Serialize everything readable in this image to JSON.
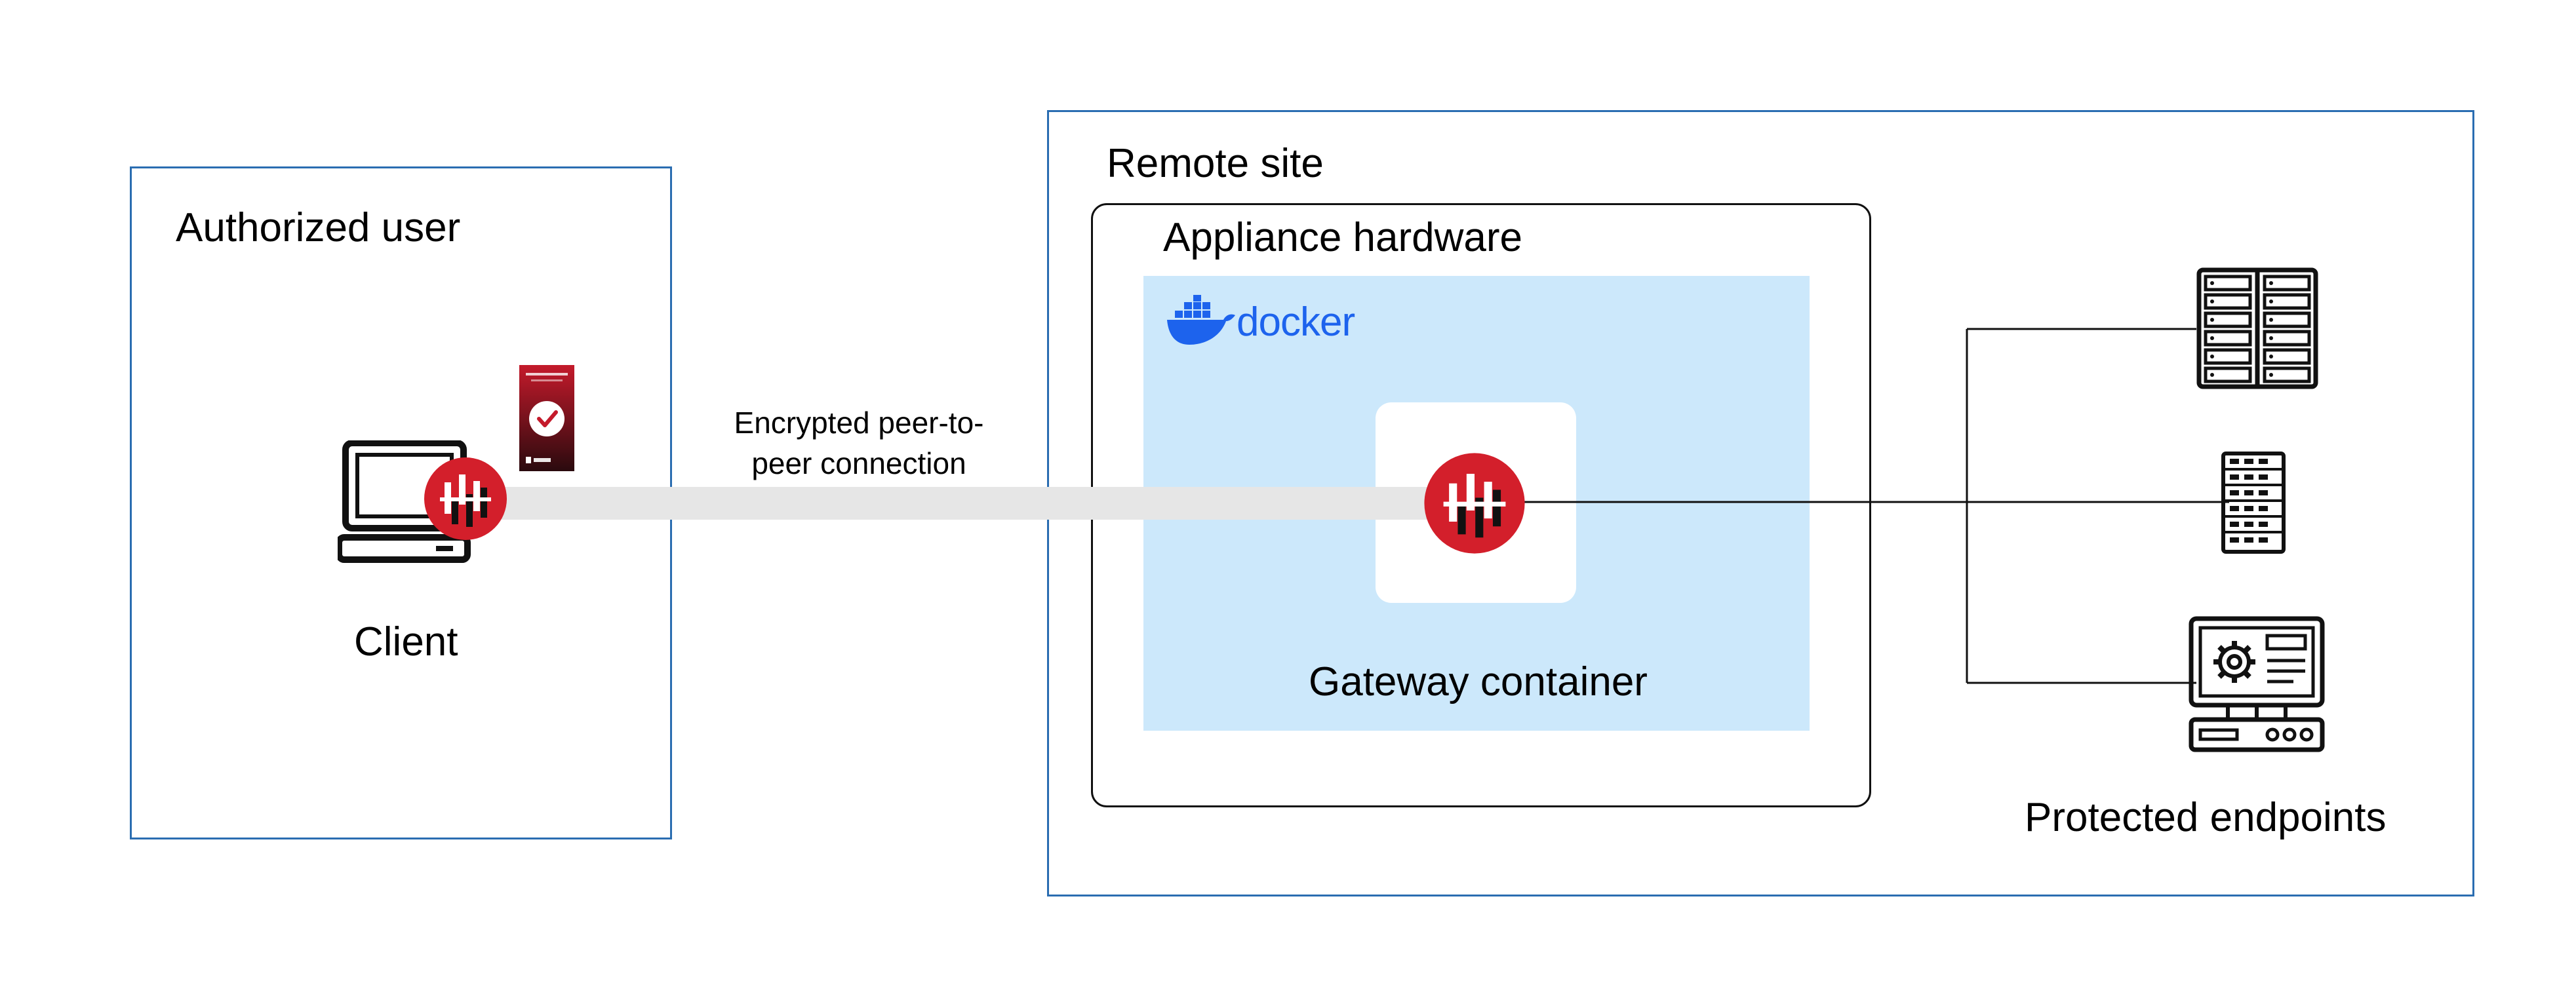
{
  "authorized_user": {
    "title": "Authorized user",
    "client_label": "Client"
  },
  "connection": {
    "label_line1": "Encrypted peer-to-",
    "label_line2": "peer connection"
  },
  "remote_site": {
    "title": "Remote site",
    "appliance_title": "Appliance hardware",
    "docker_logo_text": "docker",
    "gateway_label": "Gateway container",
    "endpoints_label": "Protected endpoints"
  },
  "colors": {
    "outer_border": "#2a6db1",
    "docker_area": "#cce8fb",
    "docker_blue": "#1d63ed",
    "logo_red": "#d31f2b",
    "tunnel_gray": "#e6e6e6"
  },
  "icons": [
    "laptop-icon",
    "phone-app-icon",
    "client-logo-icon",
    "gateway-logo-icon",
    "docker-whale-icon",
    "server-rack-icon",
    "server-tower-icon",
    "control-panel-icon"
  ]
}
